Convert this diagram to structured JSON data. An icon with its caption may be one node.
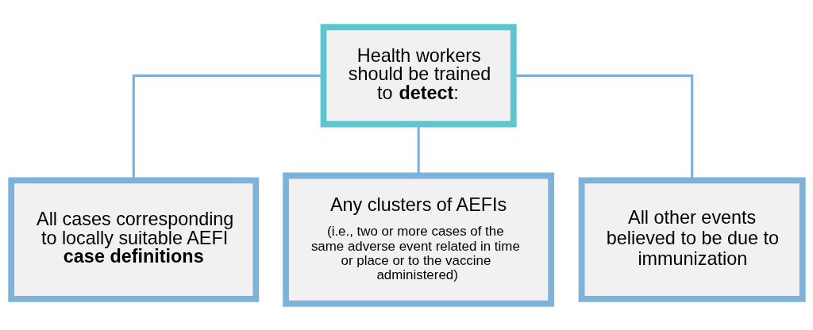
{
  "diagram": {
    "nodes": [
      {
        "text": [
          "Health workers should be trained to **detect**:"
        ]
      },
      {
        "text": [
          "All cases corresponding to locally suitable AEFI **case definitions**"
        ]
      },
      {
        "text": [
          "Any clusters of AEFIs",
          "(i.e., two or more cases of the same adverse event related in time or place or to the vaccine administered)"
        ]
      },
      {
        "text": [
          "All other events believed to be due to immunization"
        ]
      }
    ],
    "edges": [
      {
        "from": 0,
        "to": 1,
        "arrow": "none"
      },
      {
        "from": 0,
        "to": 2,
        "arrow": "none"
      },
      {
        "from": 0,
        "to": 3,
        "arrow": "none"
      }
    ]
  }
}
